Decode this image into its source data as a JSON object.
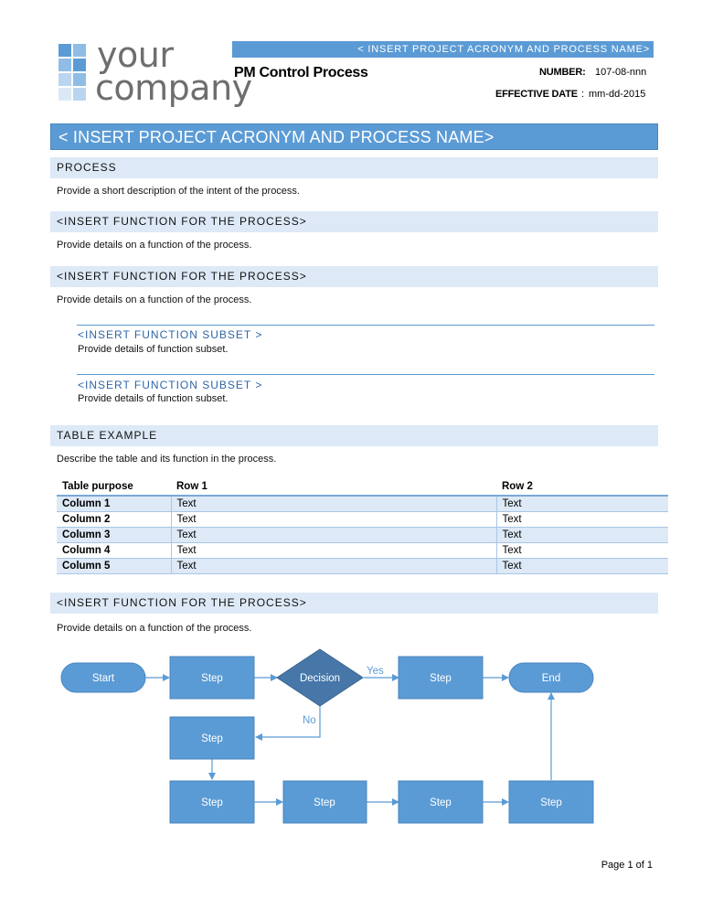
{
  "logo": {
    "line1": "your",
    "line2": "company"
  },
  "header": {
    "banner": "< INSERT PROJECT ACRONYM AND PROCESS NAME>",
    "title": "PM Control Process",
    "number_label": "NUMBER:",
    "number_value": "107-08-nnn",
    "effective_label": "EFFECTIVE DATE",
    "effective_colon": ":",
    "effective_value": "mm-dd-2015"
  },
  "main_banner": "< INSERT PROJECT ACRONYM AND PROCESS NAME>",
  "sections": {
    "process_title": "PROCESS",
    "process_text": "Provide a short description of the intent of the process.",
    "function1_title": "<INSERT FUNCTION FOR THE PROCESS>",
    "function1_text": "Provide details on a function of the process.",
    "function2_title": "<INSERT FUNCTION FOR THE PROCESS>",
    "function2_text": "Provide details on a function of the process.",
    "subset1_title": "<INSERT FUNCTION SUBSET >",
    "subset1_text": "Provide details of function subset.",
    "subset2_title": "<INSERT FUNCTION SUBSET >",
    "subset2_text": "Provide details of function subset.",
    "table_title": "TABLE EXAMPLE",
    "table_text": "Describe the table and its function in the process.",
    "function3_title": "<INSERT FUNCTION FOR THE PROCESS>",
    "function3_text": "Provide details on a function of the process."
  },
  "table": {
    "headers": [
      "Table purpose",
      "Row 1",
      "Row 2"
    ],
    "rows": [
      [
        "Column 1",
        "Text",
        "Text"
      ],
      [
        "Column 2",
        "Text",
        "Text"
      ],
      [
        "Column 3",
        "Text",
        "Text"
      ],
      [
        "Column 4",
        "Text",
        "Text"
      ],
      [
        "Column 5",
        "Text",
        "Text"
      ]
    ]
  },
  "flow": {
    "start": "Start",
    "step_a": "Step",
    "decision": "Decision",
    "yes": "Yes",
    "step_b": "Step",
    "end": "End",
    "no": "No",
    "step_c": "Step",
    "step_d": "Step",
    "step_e": "Step",
    "step_f": "Step",
    "step_g": "Step"
  },
  "colors": {
    "accent": "#5b9bd5",
    "light": "#dde9f6",
    "shape_border": "#4a86bf"
  },
  "footer": {
    "page": "Page 1 of 1"
  }
}
